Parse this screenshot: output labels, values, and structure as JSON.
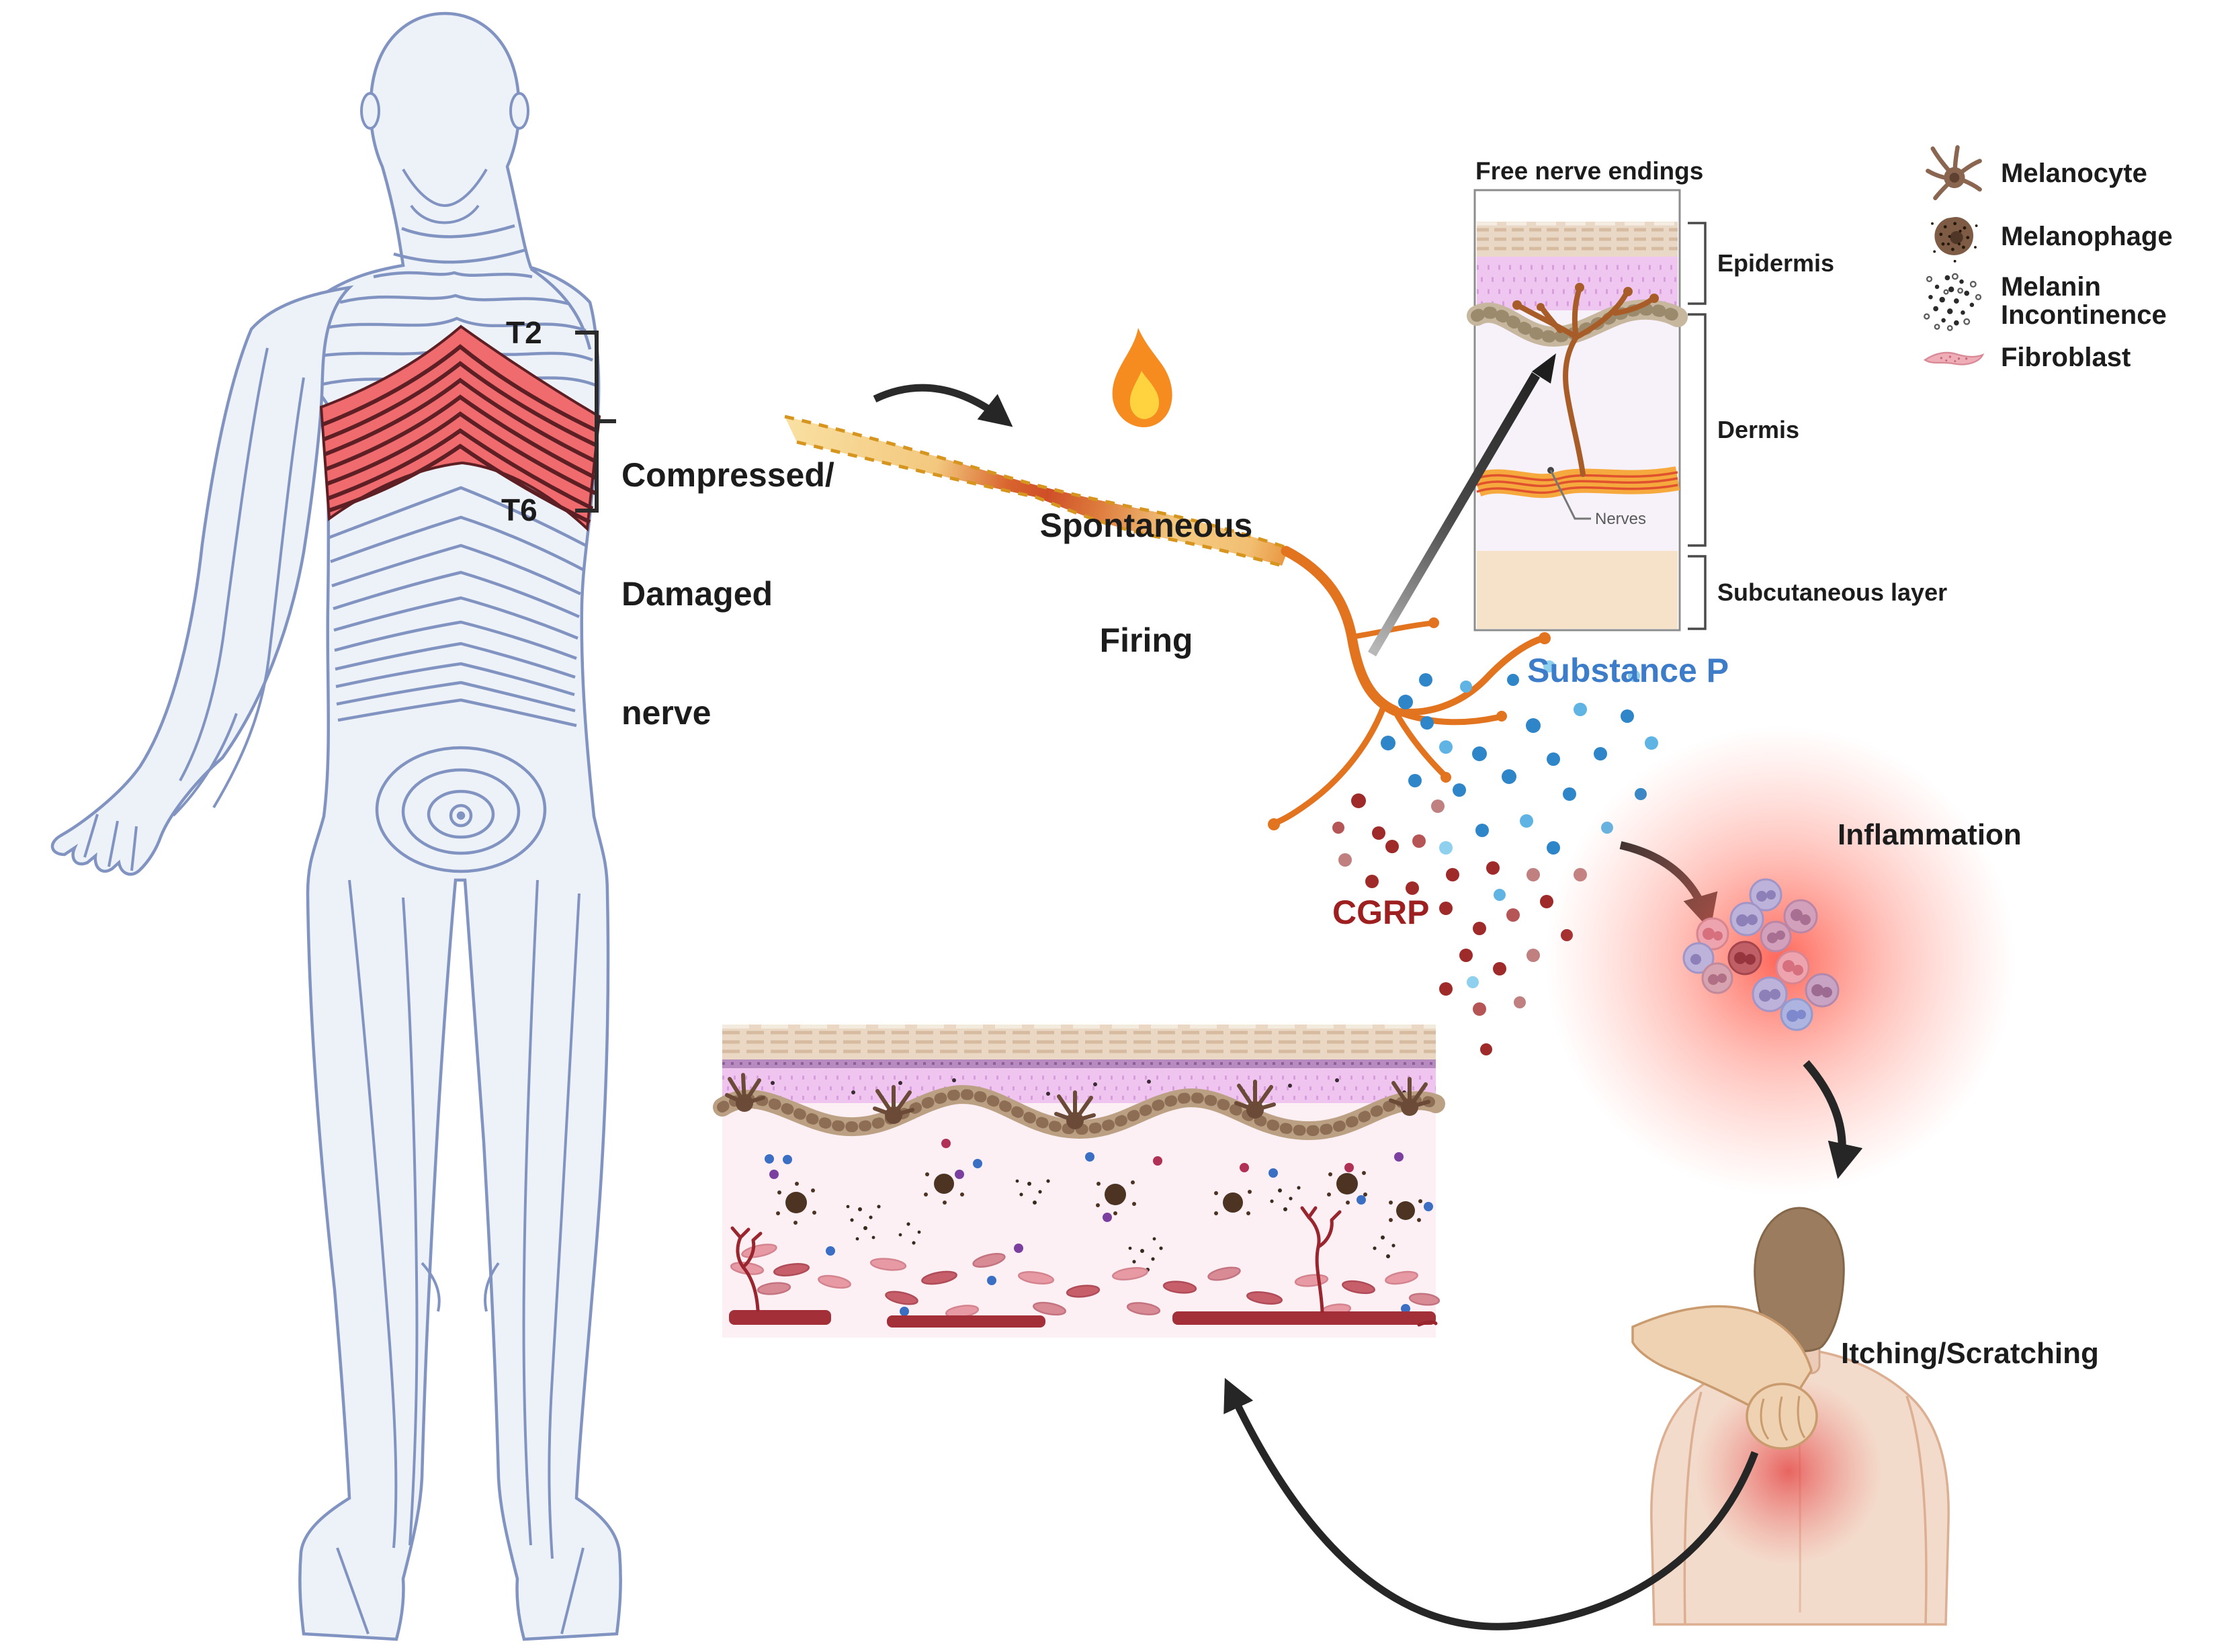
{
  "dermatome_labels": {
    "t2": "T2",
    "t6": "T6"
  },
  "compressed_label": {
    "line1": "Compressed/",
    "line2": "Damaged",
    "line3": "nerve"
  },
  "firing_label": {
    "line1": "Spontaneous",
    "line2": "Firing"
  },
  "skin_panel": {
    "title": "Free nerve endings",
    "epidermis": "Epidermis",
    "dermis": "Dermis",
    "nerves": "Nerves",
    "subcutaneous": "Subcutaneous layer"
  },
  "legend": {
    "items": [
      {
        "icon": "melanocyte-icon",
        "label": "Melanocyte"
      },
      {
        "icon": "melanophage-icon",
        "label": "Melanophage"
      },
      {
        "icon": "melanin-incontinence-icon",
        "label": "Melanin Incontinence"
      },
      {
        "icon": "fibroblast-icon",
        "label": "Fibroblast"
      }
    ]
  },
  "mediators": {
    "substance_p": "Substance P",
    "cgrp": "CGRP"
  },
  "inflammation_label": "Inflammation",
  "itching_label": "Itching/Scratching",
  "colors": {
    "dermatome_highlight": "#ef6b6e",
    "dermatome_line_dark": "#5d1f24",
    "body_outline": "#8193c0",
    "body_fill": "#edf1f8",
    "substance_p_blue": "#3c7cc8",
    "cgrp_red": "#9e1f1f",
    "nerve_orange": "#e2731f",
    "flame_outer": "#f68b1f",
    "flame_inner": "#ffd23f",
    "inflammation_glow": "#ff5a4d",
    "text": "#1c1c1c"
  }
}
